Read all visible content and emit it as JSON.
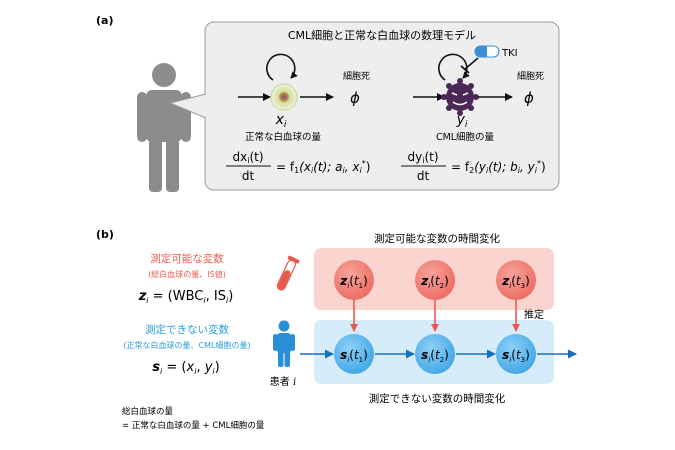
{
  "panel_a": {
    "label": "(a)",
    "box_title": "CML細胞と正常な白血球の数理モデル",
    "cell_death": "細胞死",
    "phi": "ϕ",
    "normal": {
      "var": "x",
      "sub": "i",
      "caption": "正常な白血球の量",
      "eq_num_d": "dx",
      "eq_num_rest": "(t)",
      "eq_den": "dt",
      "eq_rhs": "= f",
      "eq_rhs_sub": "1",
      "eq_rhs_args": "(x_i(t); a_i, x_i*)"
    },
    "cml": {
      "var": "y",
      "sub": "i",
      "caption": "CML細胞の量",
      "eq_num_d": "dy",
      "eq_num_rest": "(t)",
      "eq_den": "dt",
      "eq_rhs": "= f",
      "eq_rhs_sub": "2",
      "eq_rhs_args": "(y_i(t); b_i, y_i*)"
    },
    "drug": "TKI"
  },
  "panel_b": {
    "label": "(b)",
    "top_title": "測定可能な変数の時間変化",
    "bottom_title": "測定できない変数の時間変化",
    "measurable_heading": "測定可能な変数",
    "measurable_sub": "(総白血球の量、IS値)",
    "measurable_eq": "z_i = (WBC_i, IS_i)",
    "unmeasurable_heading": "測定できない変数",
    "unmeasurable_sub": "(正常な白血球の量、CML細胞の量)",
    "unmeasurable_eq": "s_i = (x_i, y_i)",
    "patient": "患者 i",
    "estimate": "推定",
    "z_nodes": [
      "z_i(t_1)",
      "z_i(t_2)",
      "z_i(t_3)"
    ],
    "s_nodes": [
      "s_i(t_1)",
      "s_i(t_2)",
      "s_i(t_3)"
    ],
    "footnote_1": "総白血球の量",
    "footnote_2": "= 正常な白血球の量 + CML細胞の量"
  },
  "colors": {
    "panel_gray": "#eeeeee",
    "red_zone": "#fbd4d0",
    "red_node": "#f07d73",
    "red_text": "#ee5a4f",
    "blue_zone": "#d6ecfb",
    "blue_node": "#55b4ec",
    "blue_text": "#2a9ede",
    "arrow_blue": "#1570c0"
  }
}
